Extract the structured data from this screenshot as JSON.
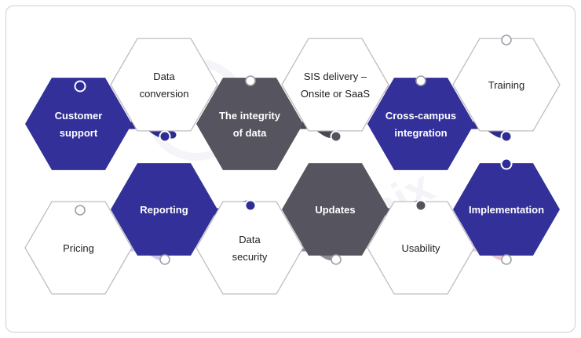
{
  "colors": {
    "blue": "#33309a",
    "gray": "#56545f",
    "outline": "#bdbdc3"
  },
  "diagram": {
    "top_row": [
      {
        "id": "customer-support",
        "style": "blue",
        "lines": [
          "Customer",
          "support"
        ]
      },
      {
        "id": "data-conversion",
        "style": "outline",
        "lines": [
          "Data",
          "conversion"
        ]
      },
      {
        "id": "integrity-of-data",
        "style": "gray",
        "lines": [
          "The integrity",
          "of data"
        ]
      },
      {
        "id": "sis-delivery",
        "style": "outline",
        "lines": [
          "SIS delivery –",
          "Onsite or SaaS"
        ]
      },
      {
        "id": "cross-campus-integration",
        "style": "blue",
        "lines": [
          "Cross-campus",
          "integration"
        ]
      },
      {
        "id": "training",
        "style": "outline",
        "lines": [
          "Training"
        ]
      }
    ],
    "bottom_row": [
      {
        "id": "pricing",
        "style": "outline",
        "lines": [
          "Pricing"
        ]
      },
      {
        "id": "reporting",
        "style": "blue",
        "lines": [
          "Reporting"
        ]
      },
      {
        "id": "data-security",
        "style": "outline",
        "lines": [
          "Data",
          "security"
        ]
      },
      {
        "id": "updates",
        "style": "gray",
        "lines": [
          "Updates"
        ]
      },
      {
        "id": "usability",
        "style": "outline",
        "lines": [
          "Usability"
        ]
      },
      {
        "id": "implementation",
        "style": "blue",
        "lines": [
          "Implementation"
        ]
      }
    ]
  }
}
